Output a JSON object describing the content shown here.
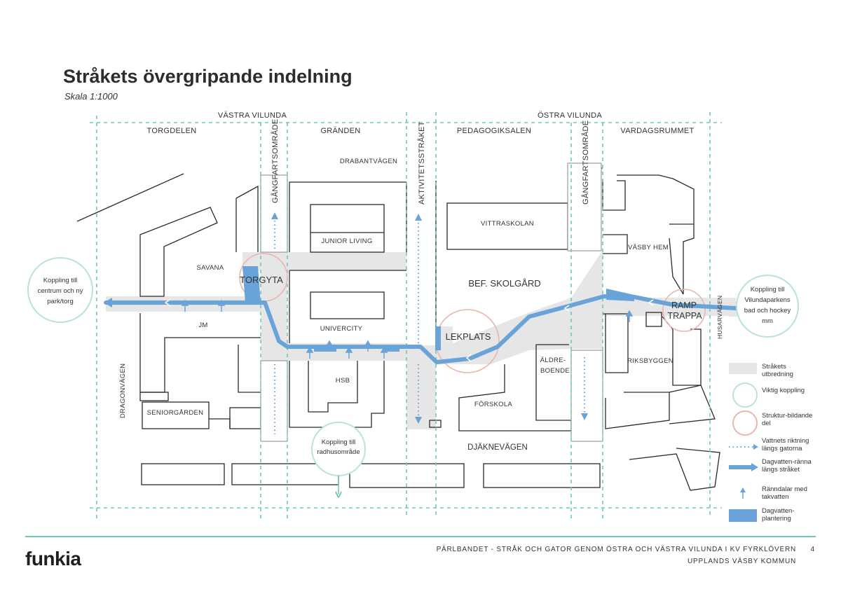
{
  "title": "Stråkets övergripande indelning",
  "subtitle": "Skala 1:1000",
  "districts": {
    "west": "VÄSTRA VILUNDA",
    "east": "ÖSTRA VILUNDA"
  },
  "zones": {
    "torgdelen": "TORGDELEN",
    "granden": "GRÄNDEN",
    "pedagogiksalen": "PEDAGOGIKSALEN",
    "vardagsrummet": "VARDAGSRUMMET",
    "gangfart1": "GÅNGFARTSOMRÅDE",
    "aktivitet": "AKTIVITETSSTRÅKET",
    "gangfart2": "GÅNGFARTSOMRÅDE"
  },
  "labels": {
    "savana": "SAVANA",
    "jm": "JM",
    "dragonvagen": "DRAGONVÄGEN",
    "seniorgarden": "SENIORGÅRDEN",
    "drabantvagen": "DRABANTVÄGEN",
    "junior_living": "JUNIOR LIVING",
    "univercity": "UNIVERCITY",
    "hsb": "HSB",
    "vittraskolan": "VITTRASKOLAN",
    "bef_skolgard": "BEF. SKOLGÅRD",
    "aldreboende_1": "ÄLDRE-",
    "aldreboende_2": "BOENDE",
    "forskola": "FÖRSKOLA",
    "djaknevagen": "DJÄKNEVÄGEN",
    "vasby_hem": "VÄSBY HEM",
    "riksbyggen": "RIKSBYGGEN",
    "husarvagen": "HUSARVÄGEN",
    "torgyta": "TORGYTA",
    "lekplats": "LEKPLATS",
    "ramp": "RAMP",
    "trappa": "TRAPPA"
  },
  "connections": {
    "left": [
      "Koppling till",
      "centrum och ny",
      "park/torg"
    ],
    "right": [
      "Koppling till",
      "Vilundaparkens",
      "bad och hockey",
      "mm"
    ],
    "bottom": [
      "Koppling till",
      "radhusområde"
    ]
  },
  "legend": {
    "utbredning": "Stråkets utbredning",
    "koppling": "Viktig koppling",
    "struktur": "Struktur-bildande del",
    "vattnets": "Vattnets riktning längs gatorna",
    "dagvattenranna": "Dagvatten-ränna längs stråket",
    "ranndalar": "Ränndalar med takvatten",
    "plantering": "Dagvatten-plantering"
  },
  "footer": {
    "logo": "funkia",
    "line1": "PÄRLBANDET - STRÅK OCH GATOR GENOM ÖSTRA OCH VÄSTRA VILUNDA I KV FYRKLÖVERN",
    "page": "4",
    "line2": "UPPLANDS VÄSBY KOMMUN"
  },
  "colors": {
    "teal": "#6fc9b8",
    "blue": "#6aa3d8",
    "grey_fill": "#e6e6e6",
    "pink": "#e8b6ae",
    "outline": "#2b2b2b"
  }
}
